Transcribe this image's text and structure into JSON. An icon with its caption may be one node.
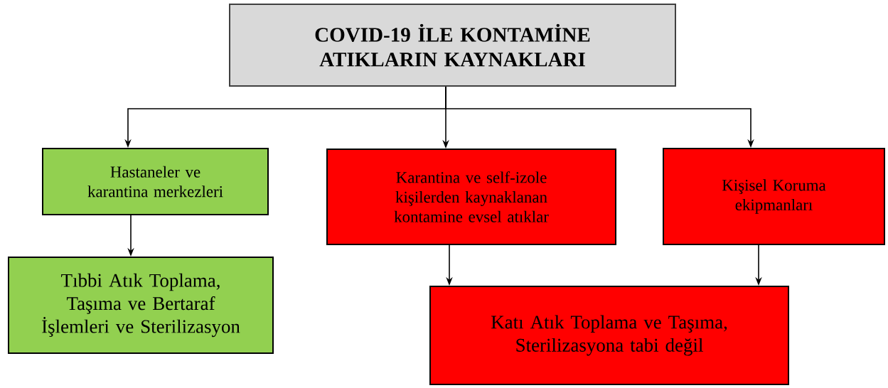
{
  "diagram": {
    "nodes": [
      {
        "text": [
          "COVID-19 İLE KONTAMİNE ATIKLARIN KAYNAKLARI"
        ]
      },
      {
        "text": [
          "Hastaneler ve karantina merkezleri"
        ]
      },
      {
        "text": [
          "Karantina ve self-izole kişilerden kaynaklanan kontamine evsel atıklar"
        ]
      },
      {
        "text": [
          "Kişisel Koruma ekipmanları"
        ]
      },
      {
        "text": [
          "Tıbbi Atık Toplama, Taşıma ve Bertaraf İşlemleri ve Sterilizasyon"
        ]
      },
      {
        "text": [
          "Katı Atık Toplama ve Taşıma, Sterilizasyona tabi değil"
        ]
      }
    ],
    "edges": [
      {
        "from": 0,
        "to": 1,
        "arrow": "to"
      },
      {
        "from": 0,
        "to": 2,
        "arrow": "to"
      },
      {
        "from": 0,
        "to": 3,
        "arrow": "to"
      },
      {
        "from": 1,
        "to": 4,
        "arrow": "to"
      },
      {
        "from": 2,
        "to": 5,
        "arrow": "to"
      },
      {
        "from": 3,
        "to": 5,
        "arrow": "to"
      }
    ]
  }
}
